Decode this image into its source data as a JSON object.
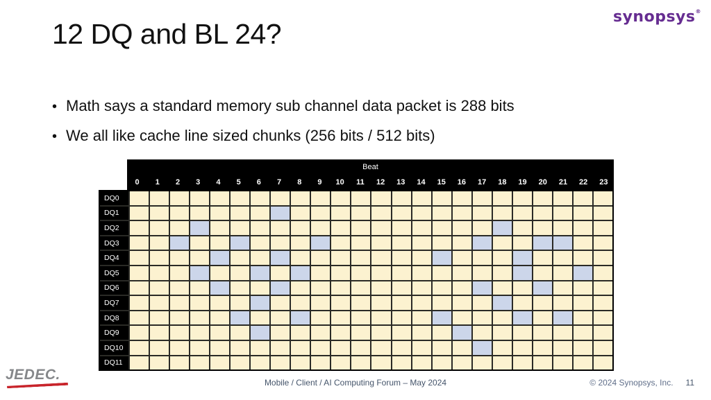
{
  "slide": {
    "title": "12 DQ and BL 24?",
    "bullet_char": "•",
    "bullets": [
      "Math says a standard memory sub channel data packet is 288 bits",
      "We all like cache line sized chunks (256 bits / 512 bits)"
    ]
  },
  "logos": {
    "synopsys_text": "synopsys",
    "synopsys_registered": "®",
    "jedec_text": "JEDEC."
  },
  "grid": {
    "header_title": "Beat",
    "columns": [
      "0",
      "1",
      "2",
      "3",
      "4",
      "5",
      "6",
      "7",
      "8",
      "9",
      "10",
      "11",
      "12",
      "13",
      "14",
      "15",
      "16",
      "17",
      "18",
      "19",
      "20",
      "21",
      "22",
      "23"
    ],
    "rows": [
      {
        "label": "DQ0",
        "highlighted": []
      },
      {
        "label": "DQ1",
        "highlighted": [
          7
        ]
      },
      {
        "label": "DQ2",
        "highlighted": [
          3,
          18
        ]
      },
      {
        "label": "DQ3",
        "highlighted": [
          2,
          5,
          9,
          17,
          20,
          21
        ]
      },
      {
        "label": "DQ4",
        "highlighted": [
          4,
          7,
          15,
          19
        ]
      },
      {
        "label": "DQ5",
        "highlighted": [
          3,
          6,
          8,
          19,
          22
        ]
      },
      {
        "label": "DQ6",
        "highlighted": [
          4,
          7,
          17,
          20
        ]
      },
      {
        "label": "DQ7",
        "highlighted": [
          6,
          18
        ]
      },
      {
        "label": "DQ8",
        "highlighted": [
          5,
          8,
          15,
          19,
          21
        ]
      },
      {
        "label": "DQ9",
        "highlighted": [
          6,
          16
        ]
      },
      {
        "label": "DQ10",
        "highlighted": [
          17
        ]
      },
      {
        "label": "DQ11",
        "highlighted": []
      }
    ],
    "colors": {
      "cell": "#fcf2d0",
      "highlight": "#ccd6ea",
      "line": "#2a2a26",
      "header_bg": "#000000",
      "header_text": "#ffffff"
    }
  },
  "footer": {
    "center": "Mobile / Client / AI Computing Forum – May 2024",
    "copyright": "© 2024 Synopsys, Inc.",
    "page": "11"
  },
  "brand_colors": {
    "synopsys_purple": "#662d91",
    "jedec_red": "#c8242b"
  }
}
